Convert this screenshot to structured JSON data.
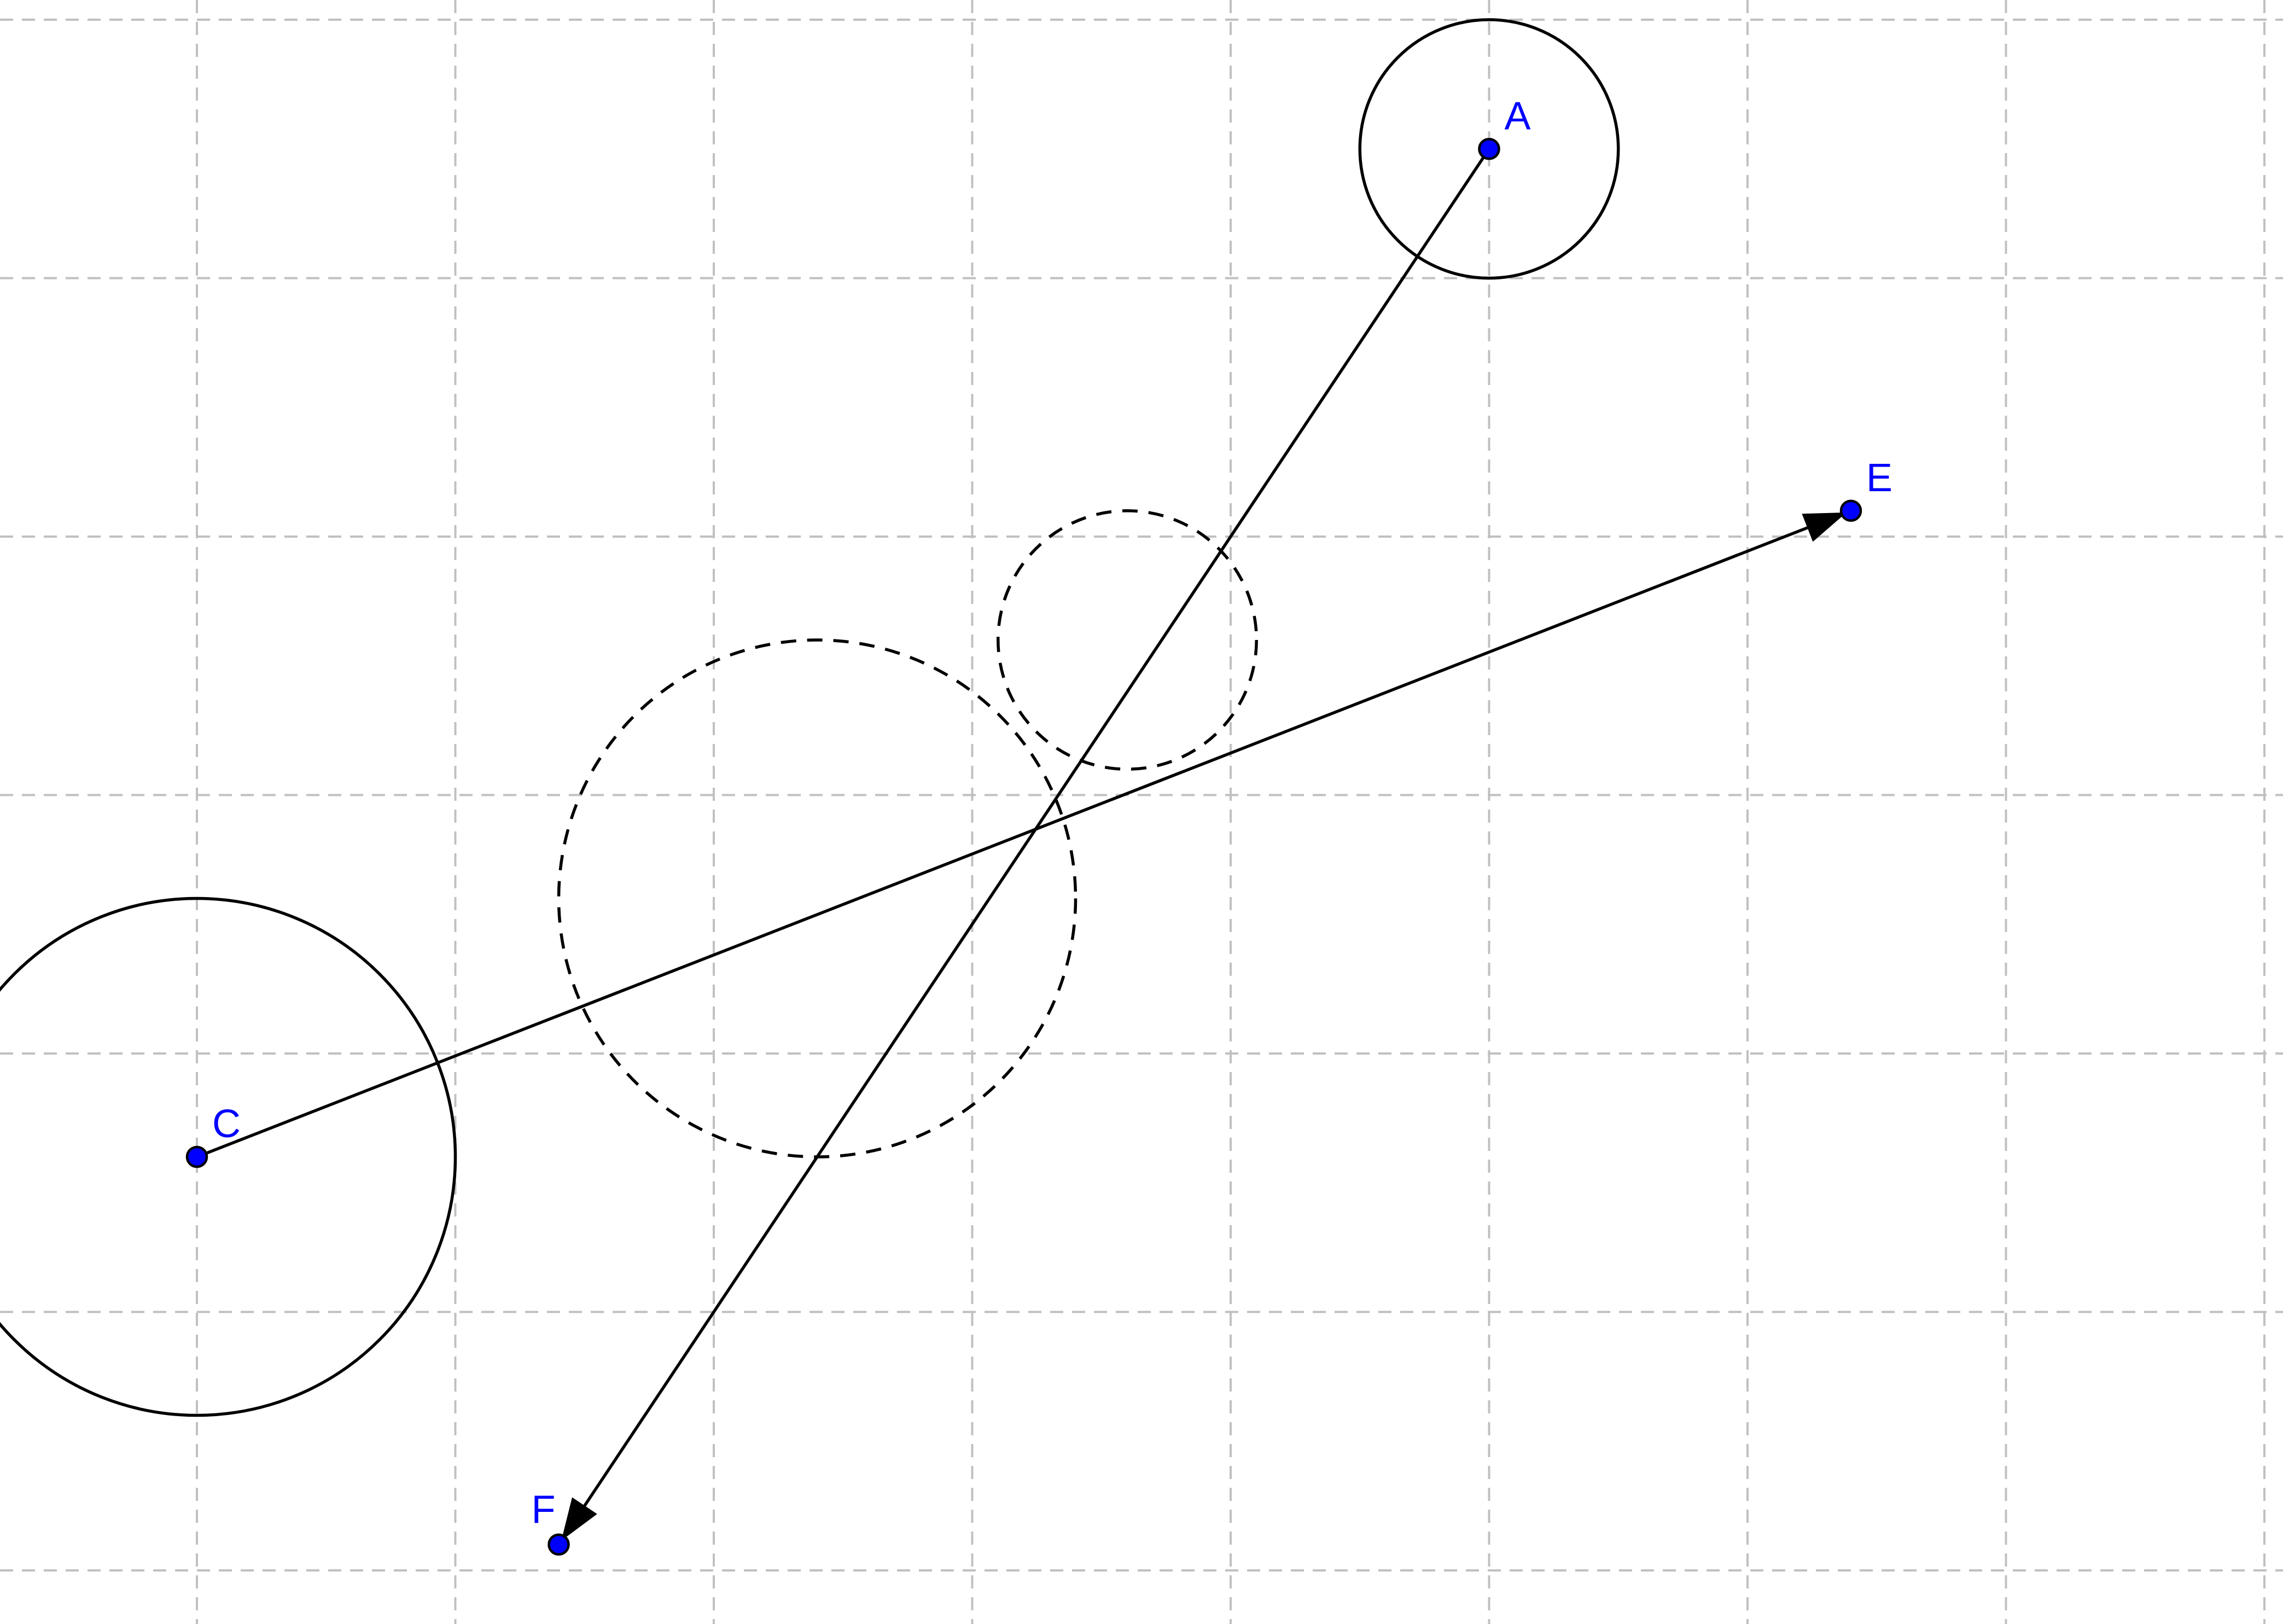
{
  "chart_data": {
    "type": "diagram",
    "grid": true,
    "grid_style": "dashed",
    "points": [
      {
        "label": "A",
        "x": 3,
        "y": 5.5
      },
      {
        "label": "C",
        "x": -2,
        "y": 1.6
      },
      {
        "label": "E",
        "x": 4.4,
        "y": 4.1
      },
      {
        "label": "F",
        "x": -0.6,
        "y": 0.1
      }
    ],
    "circles": [
      {
        "center": "A",
        "radius": 0.5,
        "style": "solid"
      },
      {
        "center": "C",
        "radius": 1,
        "style": "solid"
      },
      {
        "center_xy": [
          0.4,
          2.6
        ],
        "radius": 1,
        "style": "dashed"
      },
      {
        "center_xy": [
          1.6,
          3.6
        ],
        "radius": 0.5,
        "style": "dashed"
      }
    ],
    "vectors": [
      {
        "from": "C",
        "to": "E"
      },
      {
        "from": "A",
        "to": "F"
      }
    ],
    "colors": {
      "point_fill": "#0000ff",
      "label": "#0000ff",
      "stroke": "#000000",
      "grid": "#c0c0c0"
    }
  }
}
